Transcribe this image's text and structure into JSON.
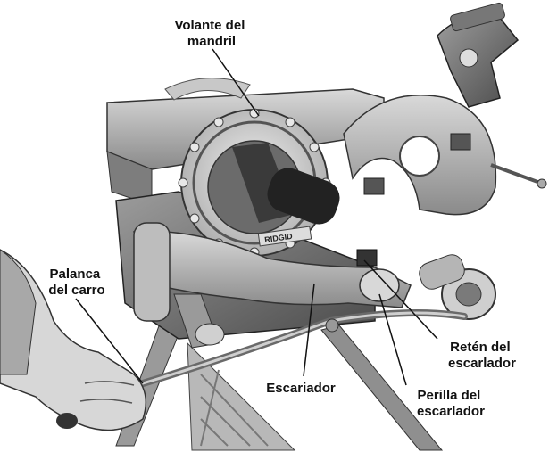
{
  "labels": {
    "volante_line1": "Volante del",
    "volante_line2": "mandril",
    "palanca_line1": "Palanca",
    "palanca_line2": "del carro",
    "reten_line1": "Retén del",
    "reten_line2": "escarlador",
    "escariador": "Escariador",
    "perilla_line1": "Perilla del",
    "perilla_line2": "escarlador"
  },
  "nameplate_text": "RIDGID"
}
